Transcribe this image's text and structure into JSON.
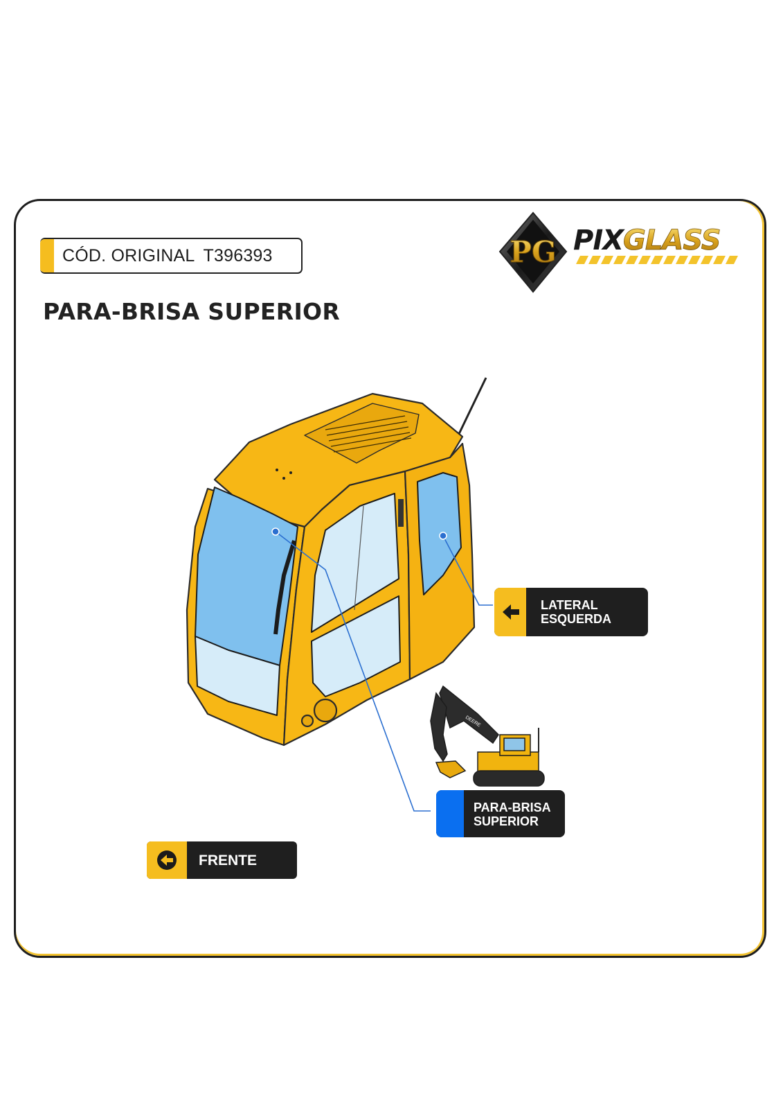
{
  "code": {
    "label": "CÓD. ORIGINAL",
    "value": "T396393"
  },
  "title": "PARA-BRISA SUPERIOR",
  "brand": {
    "initials": "PG",
    "name_part1": "PIX",
    "name_part2": "GLASS"
  },
  "labels": {
    "lateral": {
      "line1": "LATERAL",
      "line2": "ESQUERDA"
    },
    "parabrisa": {
      "line1": "PARA-BRISA",
      "line2": "SUPERIOR"
    },
    "frente": "FRENTE"
  },
  "machine_brand_text": "DEERE",
  "colors": {
    "accent_yellow": "#f5bd1f",
    "highlight_blue": "#0a6ff0",
    "glass_blue": "#7fc0ee",
    "glass_light": "#d6ecf9",
    "label_dark": "#1f1f1f"
  },
  "icons": [
    "left-arrow-icon",
    "left-arrow-circle-icon",
    "pg-logo-icon"
  ]
}
